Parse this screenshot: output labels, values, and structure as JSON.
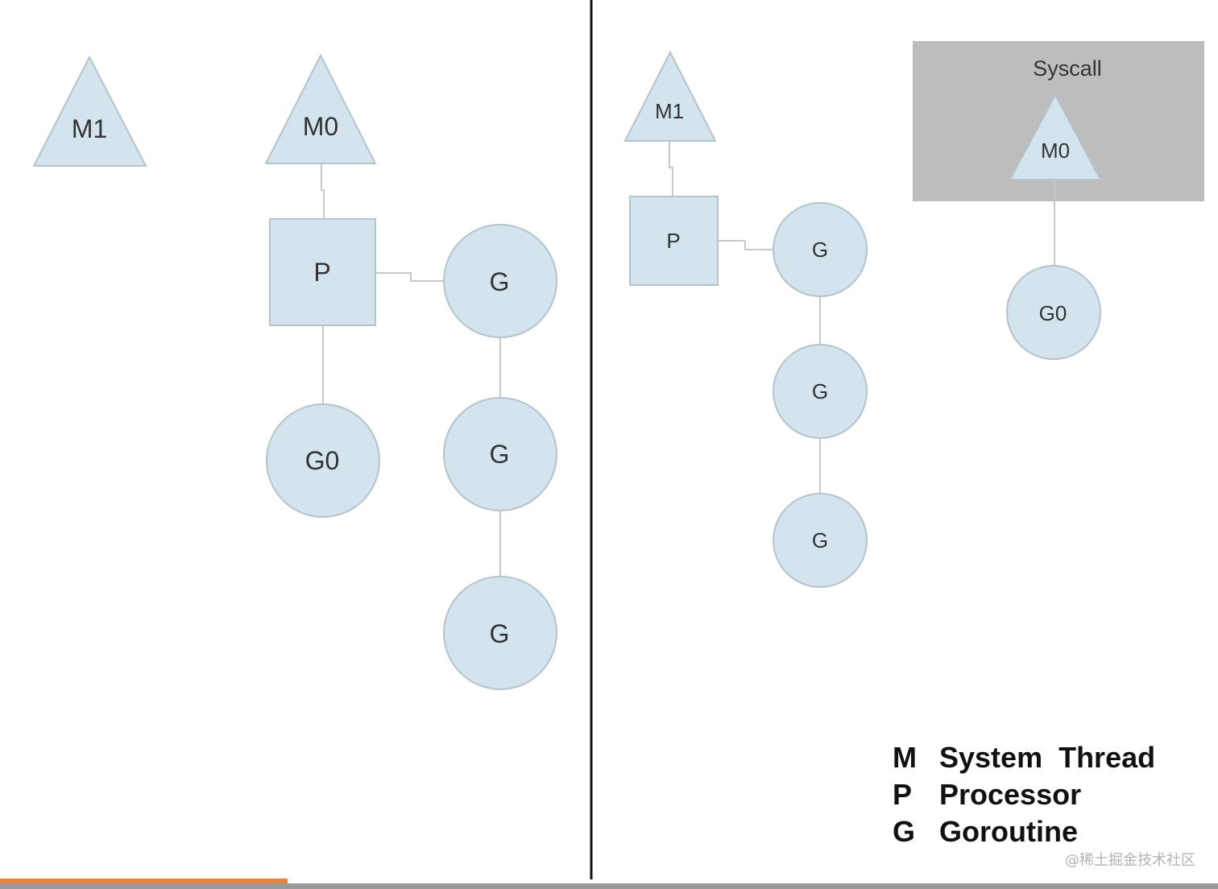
{
  "colors": {
    "node_fill": "#d3e4ef",
    "node_stroke": "#b5c3cd",
    "edge": "#c9c9c9",
    "divider": "#111111",
    "syscall_box": "#bdbdbd",
    "orange_bar": "#e8843a",
    "gray_bar": "#999999"
  },
  "left": {
    "m1": "M1",
    "m0": "M0",
    "p": "P",
    "g0": "G0",
    "g_queue": [
      "G",
      "G",
      "G"
    ]
  },
  "right": {
    "syscall_label": "Syscall",
    "m1": "M1",
    "m0": "M0",
    "p": "P",
    "g0": "G0",
    "g_queue": [
      "G",
      "G",
      "G"
    ]
  },
  "legend": [
    {
      "key": "M",
      "label": "System  Thread"
    },
    {
      "key": "P",
      "label": "Processor"
    },
    {
      "key": "G",
      "label": "Goroutine"
    }
  ],
  "watermark": "@稀土掘金技术社区"
}
